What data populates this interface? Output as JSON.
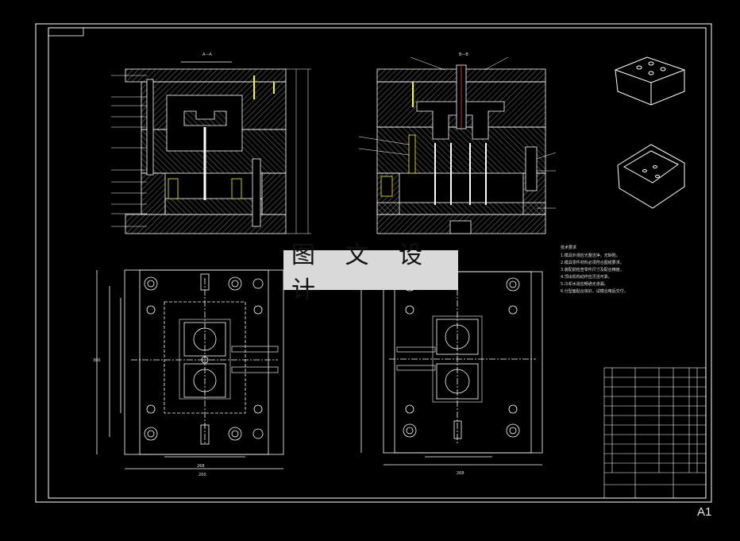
{
  "watermark": {
    "text": "图 文 设 计"
  },
  "sheet": {
    "size_label": "A1"
  },
  "views": {
    "section_aa": "A—A",
    "section_bb": "B—B"
  },
  "notes": {
    "heading": "技术要求",
    "lines": [
      "1.模具外观应光整洁净，无缺陷。",
      "2.模具零件材料必须符合图纸要求。",
      "3.装配前检查零件尺寸及配合精度。",
      "4.顶出机构动作应灵活可靠。",
      "5.冷却水道应畅通无渗漏。",
      "6.分型面贴合良好，试模合格后交付。"
    ]
  },
  "dimensions": {
    "plan_left_width": "268",
    "plan_left_bottom": "200",
    "plan_right_bottom": "268",
    "plan_left_height": "300"
  },
  "colors": {
    "background": "#000000",
    "line": "#ffffff",
    "hatch": "#bfbfbf",
    "accent_yellow": "#ffff00",
    "accent_red": "#ff3b3b"
  }
}
